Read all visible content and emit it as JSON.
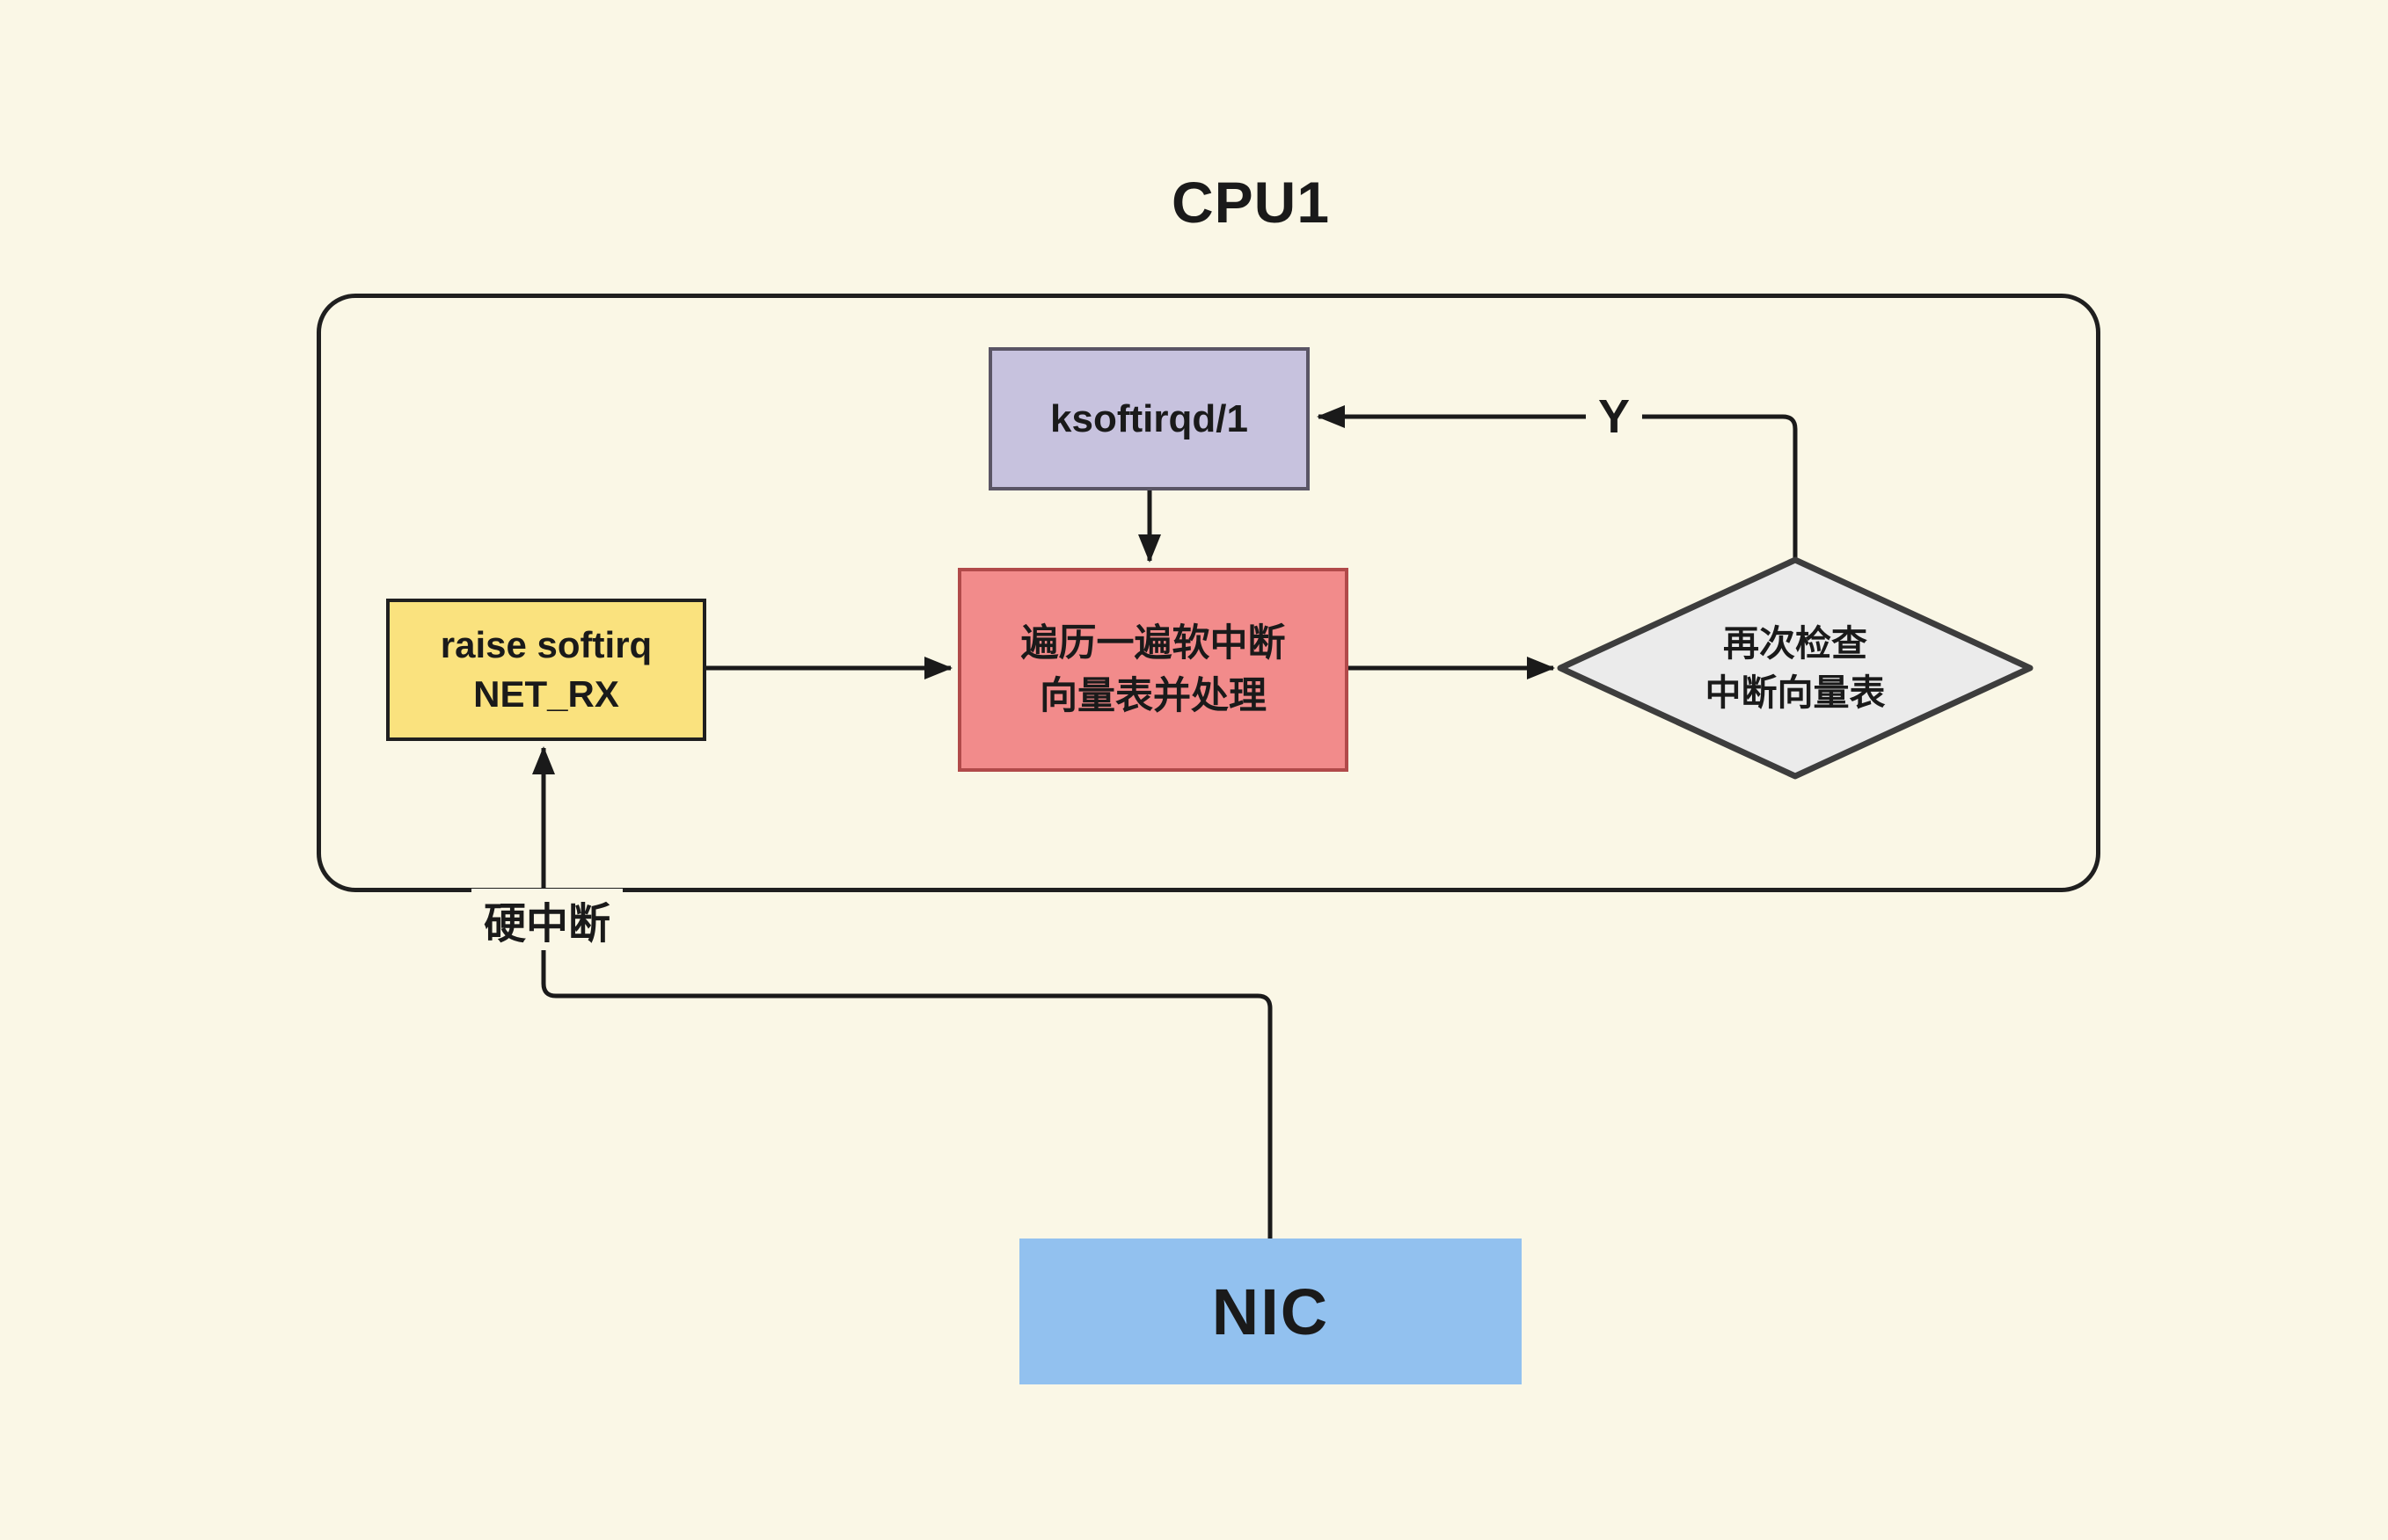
{
  "diagram": {
    "title": "CPU1",
    "nodes": {
      "ksoftirqd": {
        "label": "ksoftirqd/1"
      },
      "process": {
        "line1": "遍历一遍软中断",
        "line2": "向量表并处理"
      },
      "raise": {
        "line1": "raise softirq",
        "line2": "NET_RX"
      },
      "recheck": {
        "line1": "再次检查",
        "line2": "中断向量表"
      },
      "nic": {
        "label": "NIC"
      }
    },
    "labels": {
      "yes": "Y",
      "hard_interrupt": "硬中断"
    },
    "colors": {
      "background": "#FAF7E6",
      "ksoftirqd_fill": "#C7C2DE",
      "ksoftirqd_border": "#5A5565",
      "process_fill": "#F28B8B",
      "process_border": "#B14A4A",
      "raise_fill": "#FAE27E",
      "raise_border": "#1F1F1F",
      "recheck_fill": "#EBEBEB",
      "recheck_border": "#3D3D3D",
      "nic_fill": "#92C1EF",
      "line": "#1A1A1A"
    }
  }
}
